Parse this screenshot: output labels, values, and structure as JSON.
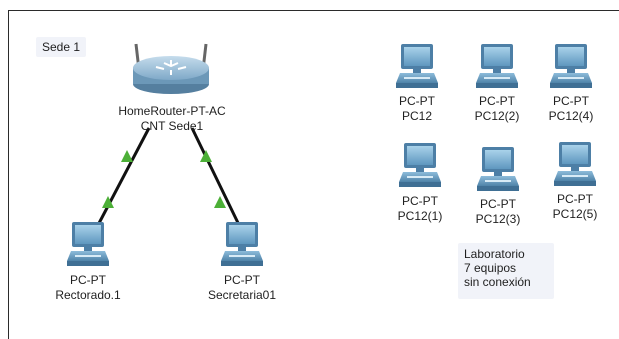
{
  "notes": {
    "sede": "Sede 1",
    "laboratorio": "Laboratorio\n7 equipos\nsin conexión"
  },
  "router": {
    "type": "HomeRouter-PT-AC",
    "name": "CNT Sede1"
  },
  "pcs": {
    "rectorado": {
      "type": "PC-PT",
      "name": "Rectorado.1"
    },
    "secretaria": {
      "type": "PC-PT",
      "name": "Secretaria01"
    },
    "lab": [
      {
        "type": "PC-PT",
        "name": "PC12"
      },
      {
        "type": "PC-PT",
        "name": "PC12(2)"
      },
      {
        "type": "PC-PT",
        "name": "PC12(4)"
      },
      {
        "type": "PC-PT",
        "name": "PC12(1)"
      },
      {
        "type": "PC-PT",
        "name": "PC12(3)"
      },
      {
        "type": "PC-PT",
        "name": "PC12(5)"
      }
    ]
  },
  "colors": {
    "link": "#111111",
    "link_up": "#4caf37",
    "pc_body": "#7fb3d6",
    "pc_dark": "#3d6f95",
    "router_body": "#8fb7d3"
  }
}
